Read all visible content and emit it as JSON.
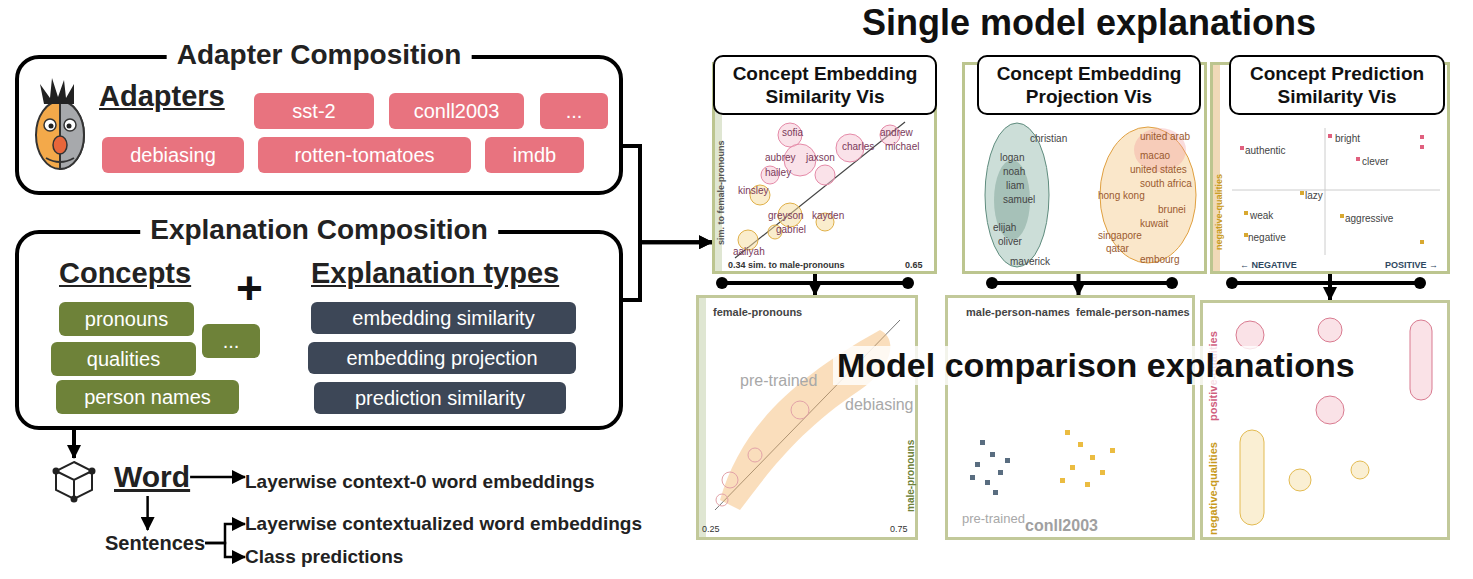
{
  "diagram": {
    "nodes": [
      {
        "text": [
          "Adapter Composition",
          "Adapters"
        ]
      },
      {
        "text": [
          "sst-2"
        ],
        "in": 0
      },
      {
        "text": [
          "conll2003"
        ],
        "in": 0
      },
      {
        "text": [
          "..."
        ],
        "in": 0
      },
      {
        "text": [
          "debiasing"
        ],
        "in": 0
      },
      {
        "text": [
          "rotten-tomatoes"
        ],
        "in": 0
      },
      {
        "text": [
          "imdb"
        ],
        "in": 0
      },
      {
        "text": [
          "Explanation Composition",
          "Concepts",
          "Explanation types"
        ]
      },
      {
        "text": [
          "pronouns"
        ],
        "in": 7
      },
      {
        "text": [
          "qualities"
        ],
        "in": 7
      },
      {
        "text": [
          "..."
        ],
        "in": 7
      },
      {
        "text": [
          "person names"
        ],
        "in": 7
      },
      {
        "text": [
          "embedding similarity"
        ],
        "in": 7
      },
      {
        "text": [
          "embedding projection"
        ],
        "in": 7
      },
      {
        "text": [
          "prediction similarity"
        ],
        "in": 7
      },
      {
        "text": [
          "Word"
        ]
      },
      {
        "text": [
          "Layerwise context-0 word embeddings"
        ]
      },
      {
        "text": [
          "Sentences"
        ]
      },
      {
        "text": [
          "Layerwise contextualized word embeddings"
        ]
      },
      {
        "text": [
          "Class predictions"
        ]
      },
      {
        "text": [
          "Concept Embedding Similarity Vis"
        ]
      },
      {
        "text": [
          "Concept Embedding Projection Vis"
        ]
      },
      {
        "text": [
          "Concept Prediction Similarity Vis"
        ]
      },
      {
        "text": [
          "female-pronouns"
        ]
      },
      {
        "text": [
          "male-person-names",
          "female-person-names"
        ]
      },
      {
        "text": [
          "positive-qualities",
          "negative-qualities"
        ]
      }
    ],
    "edges": [
      {
        "from": 0,
        "to": 20,
        "arrow": "to"
      },
      {
        "from": 7,
        "to": 20,
        "arrow": "to"
      },
      {
        "from": 7,
        "to": 15,
        "arrow": "to"
      },
      {
        "from": 15,
        "to": 16,
        "arrow": "to"
      },
      {
        "from": 15,
        "to": 17,
        "arrow": "to"
      },
      {
        "from": 17,
        "to": 18,
        "arrow": "to"
      },
      {
        "from": 17,
        "to": 19,
        "arrow": "to"
      },
      {
        "from": 20,
        "to": 23,
        "arrow": "to"
      },
      {
        "from": 21,
        "to": 24,
        "arrow": "to"
      },
      {
        "from": 22,
        "to": 25,
        "arrow": "to"
      }
    ],
    "labels": [
      "Single model explanations",
      "Model comparison explanations",
      "+",
      "sofia",
      "charles",
      "andrew",
      "michael",
      "aubrey",
      "jaxson",
      "hailey",
      "kinsley",
      "greyson",
      "kayden",
      "gabriel",
      "aaliyah",
      "0.34 sim. to male-pronouns",
      "0.65",
      "sim. to female-pronouns",
      "christian",
      "logan",
      "noah",
      "liam",
      "samuel",
      "elijah",
      "oliver",
      "maverick",
      "united arab",
      "macao",
      "united states",
      "south africa",
      "hong kong",
      "brunei",
      "kuwait",
      "singapore",
      "qatar",
      "embourg",
      "bright",
      "authentic",
      "clever",
      "lazy",
      "weak",
      "aggressive",
      "negative",
      "← NEGATIVE",
      "POSITIVE →",
      "negative-qualities",
      "0.25",
      "0.75",
      "male-pronouns",
      "pre-trained",
      "debiasing",
      "pre-trained",
      "conll2003"
    ]
  }
}
